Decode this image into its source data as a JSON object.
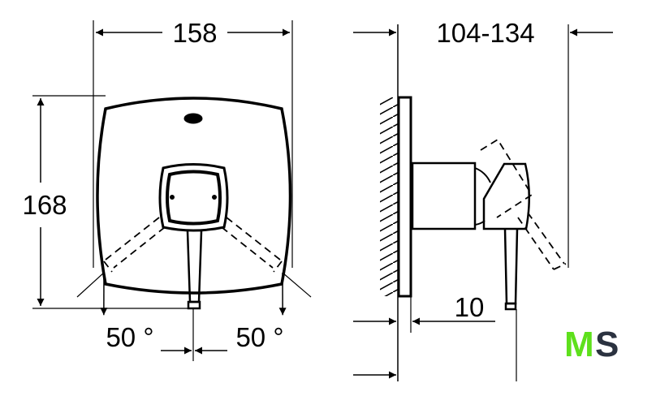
{
  "dimensions": {
    "width": "158",
    "height": "168",
    "angle_left": "50 °",
    "angle_right": "50 °",
    "projection": "104-134",
    "plate_gap": "10"
  },
  "logo": {
    "letter1": "M",
    "letter2": "S",
    "color1": "#5ee01c",
    "color2": "#2b3240"
  }
}
